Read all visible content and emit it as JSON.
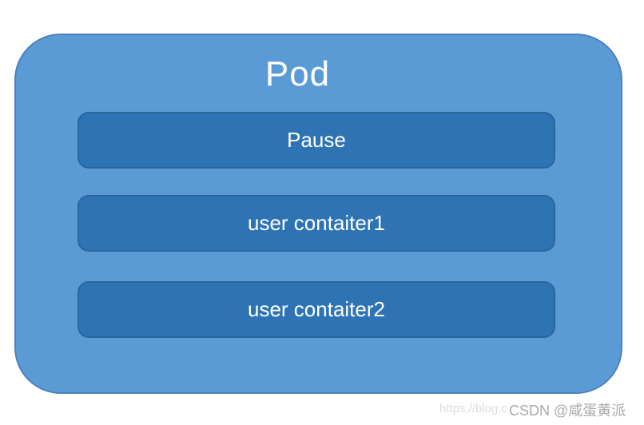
{
  "diagram": {
    "pod_label": "Pod",
    "containers": [
      {
        "label": "Pause"
      },
      {
        "label": "user contaiter1"
      },
      {
        "label": "user contaiter2"
      }
    ]
  },
  "watermark": {
    "url_text": "https://blog.c",
    "credit": "CSDN @咸蛋黄派"
  },
  "colors": {
    "pod_fill": "#5b9bd5",
    "pod_border": "#4c80bd",
    "container_fill": "#2e74b5",
    "container_border": "#26547c",
    "label_text": "#ffffff",
    "watermark_url": "#dcdcdc",
    "watermark_credit": "#a9a9a9"
  }
}
